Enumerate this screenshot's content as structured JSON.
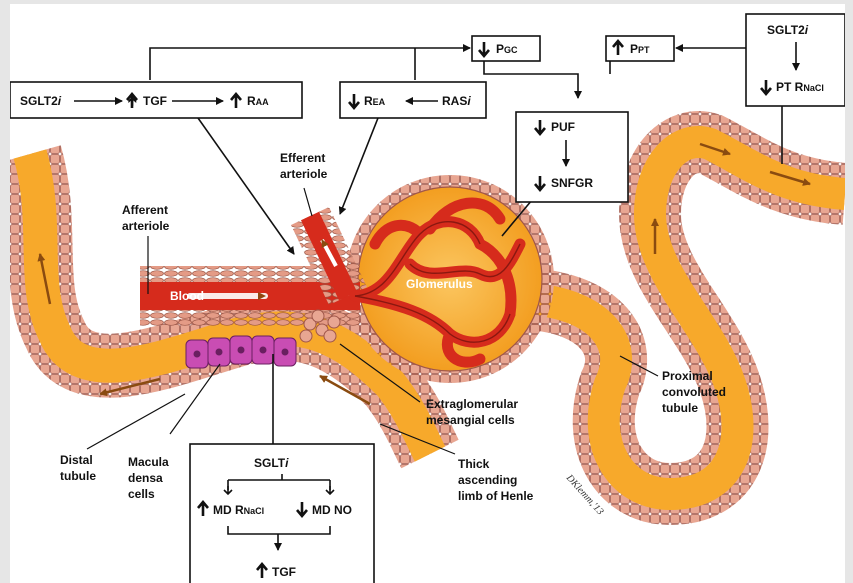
{
  "labels": {
    "blood": "Blood",
    "glomerulus": "Glomerulus",
    "efferent_1": "Efferent",
    "efferent_2": "arteriole",
    "afferent_1": "Afferent",
    "afferent_2": "arteriole",
    "distal_1": "Distal",
    "distal_2": "tubule",
    "macula_1": "Macula",
    "macula_2": "densa",
    "macula_3": "cells",
    "extra_1": "Extraglomerular",
    "extra_2": "mesangial cells",
    "thick_1": "Thick",
    "thick_2": "ascending",
    "thick_3": "limb of Henle",
    "proximal_1": "Proximal",
    "proximal_2": "convoluted",
    "proximal_3": "tubule",
    "signature": "DKlemm,'13"
  },
  "boxes": {
    "top_left": {
      "t1": "SGLT2",
      "t1i": "i",
      "t2": "TGF",
      "t3": "R",
      "t3sub": "AA"
    },
    "rea": {
      "t1": "R",
      "t1sub": "EA",
      "t2": "RAS",
      "t2i": "i"
    },
    "pgc": {
      "t1": "P",
      "t1sub": "GC"
    },
    "ppt": {
      "t1": "P",
      "t1sub": "PT"
    },
    "top_right": {
      "t1": "SGLT2",
      "t1i": "i",
      "t2": "PT R",
      "t2sub": "NaCl"
    },
    "puf": {
      "t1": "PUF",
      "t2": "SNFGR"
    },
    "bottom": {
      "t1": "SGLT",
      "t1i": "i",
      "t2": "MD R",
      "t2sub": "NaCl",
      "t3": "MD NO",
      "t4": "TGF"
    }
  },
  "colors": {
    "tubule_fill": "#f7a92b",
    "tubule_cells": "#e8a692",
    "vessel": "#d62b1c",
    "macula": "#c94db3",
    "background": "#e6e6e6"
  }
}
